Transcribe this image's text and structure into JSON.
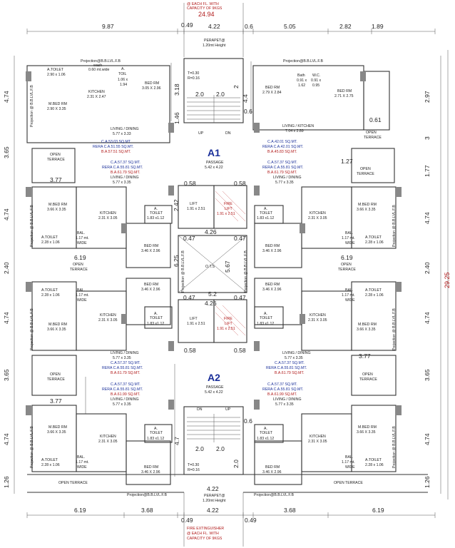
{
  "top": {
    "fire_ext_note": [
      "@ EACH FL. WITH",
      "CAPACITY OF 9KGS"
    ],
    "overall_width": "24.94",
    "dims": [
      "9.87",
      "0.49",
      "4.22",
      "0.6",
      "5.05",
      "2.82",
      "1.89"
    ],
    "parapet": [
      "PERAPET@",
      "1.20mt Height"
    ]
  },
  "bottom": {
    "dims": [
      "6.19",
      "3.68",
      "0.49",
      "4.22",
      "0.49",
      "3.68",
      "6.19"
    ],
    "parapet": [
      "PERAPET@",
      "1.20mt Height"
    ],
    "fire_ext_note": [
      "FIRE EXTINGUISHER",
      "@ EACH FL. WITH",
      "CAPACITY OF 9KGS"
    ],
    "top_width": "4.22"
  },
  "left_dims": [
    "4.74",
    "3.65",
    "4.74",
    "2.40",
    "4.74",
    "3.65",
    "4.74",
    "1.26"
  ],
  "right_dims": [
    "2.97",
    "3",
    "1.77",
    "4.74",
    "2.40",
    "4.74",
    "3.65",
    "4.74",
    "1.26"
  ],
  "overall_height": "29.25",
  "projection_label": "Projection@B.B.LVL.F.B",
  "projection_vertical": "Projection @ B.B.LVL.F.B",
  "core": {
    "a1": {
      "label": "A1",
      "passage": "PASSAGE",
      "passage_size": "5.42 x 4.22"
    },
    "a2": {
      "label": "A2",
      "passage": "PASSAGE",
      "passage_size": "5.42 x 4.22"
    },
    "lift": "LIFT",
    "lift_size": "1.91 x 2.51",
    "fire_lift": [
      "FIRE",
      "LIFT"
    ],
    "fire_lift_size": "1.91 x 2.51",
    "ots": "O.T.S",
    "stair_up": "UP",
    "stair_dn": "DN",
    "stair_spec": [
      "T=0.30",
      "R=0.16"
    ],
    "dims": {
      "d0_58": "0.58",
      "d4_26": "4.26",
      "d0_47": "0.47",
      "d2_42": "2.42",
      "d5_67": "5.67",
      "d5_2": "5.2",
      "d6_25": "6.25",
      "d3_18": "3.18",
      "d4_4": "4.4",
      "d2_0": "2.0",
      "d1_46": "1.46",
      "d0_6": "0.6",
      "d4_7": "4.7",
      "d2": "2"
    }
  },
  "rooms": {
    "a_toilet": "A.TOILET",
    "a_toilet_size_a": "2.90 x 1.06",
    "a_toilet_size_b": "2.28 x 1.06",
    "wash": [
      "wash",
      "0.60 mt.wide"
    ],
    "kitchen": "KITCHEN",
    "kitchen_size_a": "2.31 X 2.47",
    "kitchen_size_b": "2.31 X 3.05",
    "a_toil": [
      "A.",
      "TOIL"
    ],
    "a_toil_size": [
      "1.06 x",
      "1.94"
    ],
    "bed_rm": "BED RM",
    "bed_size_a": "3.05 X 2.96",
    "bed_size_b": "3.46 X 2.96",
    "bed_size_c": "2.79 X 2.84",
    "bed_size_d": "2.71 X 2.75",
    "m_bed_rm": "M.BED RM",
    "mbed_size_a": "2.90 X 3.35",
    "mbed_size_b": "3.66 X 3.35",
    "living_dining": "LIVING / DINING",
    "living_size_a": "5.77 x 3.33",
    "living_size_b": "5.77 x 3.35",
    "living_kitchen": "LIVING / KITCHEN",
    "living_kitchen_size": "7.04 x 2.89",
    "open_terrace": [
      "OPEN",
      "TERRACE"
    ],
    "open_terrace_line": "OPEN TERRACE",
    "bath": [
      "Bath",
      "0.91 x",
      "1.62"
    ],
    "wc": [
      "W.C.",
      "0.91 x",
      "0.95"
    ],
    "a_toilet_small": [
      "A.",
      "TOILET"
    ],
    "a_toilet_small_size": "1.83 x1.12",
    "bal": [
      "BAL.",
      "1.17 mt.",
      "WIDE"
    ]
  },
  "areas": {
    "u1": [
      "C.A.53.03 SQ.MT.",
      "RERA C.A.51.55 SQ.MT.",
      "B.A.57.51 SQ.MT."
    ],
    "u2": [
      "C.A.57.37 SQ.MT.",
      "RERA C.A.55.81 SQ.MT.",
      "B.A.61.79 SQ.MT."
    ],
    "u3": [
      "C.A.42.01 SQ.MT.",
      "RERA C.A.42.01 SQ.MT.",
      "B.A.45.83 SQ.MT."
    ],
    "u4": [
      "C.A.57.37 SQ.MT.",
      "RERA C.A.55.81 SQ.MT.",
      "B.A.61.79 SQ.MT."
    ],
    "u5": [
      "C.A.57.37 SQ.MT.",
      "RERA C.A.55.81 SQ.MT.",
      "B.A.61.79 SQ.MT."
    ],
    "u6": [
      "C.A.57.37 SQ.MT.",
      "RERA C.A.55.81 SQ.MT.",
      "B.A.61.99 SQ.MT."
    ],
    "u7": [
      "C.A.57.37 SQ.MT.",
      "RERA C.A.55.81 SQ.MT.",
      "B.A.61.79 SQ.MT."
    ],
    "u8": [
      "C.A.57.37 SQ.MT.",
      "RERA C.A.55.81 SQ.MT.",
      "B.A.61.99 SQ.MT."
    ]
  },
  "misc": {
    "d6_19": "6.19",
    "d3_77": "3.77",
    "d0_61": "0.61",
    "d1_27": "1.27"
  }
}
